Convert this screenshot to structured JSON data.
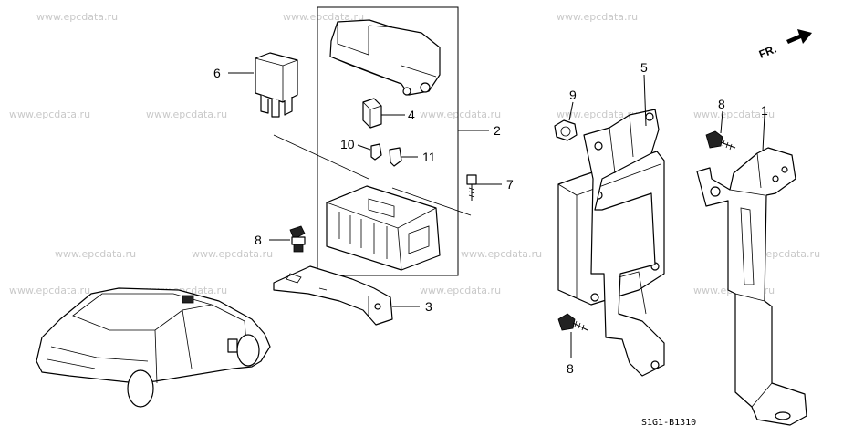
{
  "watermarks": [
    "www.epcdata.ru",
    "www.epcdata.ru",
    "www.epcdata.ru",
    "www.epcdata.ru",
    "www.epcdata.ru",
    "www.epcdata.ru",
    "www.epcdata.ru",
    "www.epcdata.ru",
    "www.epcdata.ru",
    "www.epcdata.ru",
    "www.epcdata.ru",
    "www.epcdata.ru",
    "www.epcdata.ru",
    "www.epcdata.ru",
    "www.epcdata.ru",
    "www.epcdata.ru"
  ],
  "direction_label": "FR.",
  "callouts": {
    "p1": "1",
    "p2": "2",
    "p3": "3",
    "p4": "4",
    "p5": "5",
    "p6": "6",
    "p7": "7",
    "p8a": "8",
    "p8b": "8",
    "p8c": "8",
    "p9": "9",
    "p10": "10",
    "p11": "11"
  },
  "diagram_code": "S1G1-B1310"
}
